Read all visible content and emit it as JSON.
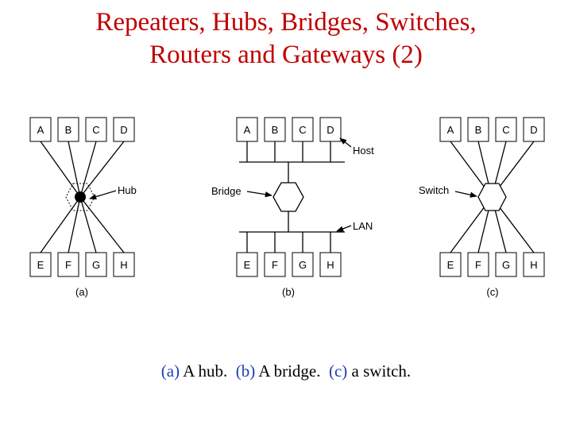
{
  "title": {
    "line1": "Repeaters, Hubs, Bridges, Switches,",
    "line2": "Routers and Gateways (2)"
  },
  "diagram": {
    "hub_panel": {
      "top_stations": [
        "A",
        "B",
        "C",
        "D"
      ],
      "bottom_stations": [
        "E",
        "F",
        "G",
        "H"
      ],
      "device_label": "Hub",
      "panel_label": "(a)"
    },
    "bridge_panel": {
      "top_stations": [
        "A",
        "B",
        "C",
        "D"
      ],
      "bottom_stations": [
        "E",
        "F",
        "G",
        "H"
      ],
      "device_label": "Bridge",
      "host_label": "Host",
      "lan_label": "LAN",
      "panel_label": "(b)"
    },
    "switch_panel": {
      "top_stations": [
        "A",
        "B",
        "C",
        "D"
      ],
      "bottom_stations": [
        "E",
        "F",
        "G",
        "H"
      ],
      "device_label": "Switch",
      "panel_label": "(c)"
    }
  },
  "caption": {
    "a_tag": "(a)",
    "a_text": "A hub.",
    "b_tag": "(b)",
    "b_text": "A bridge.",
    "c_tag": "(c)",
    "c_text": "a switch."
  }
}
